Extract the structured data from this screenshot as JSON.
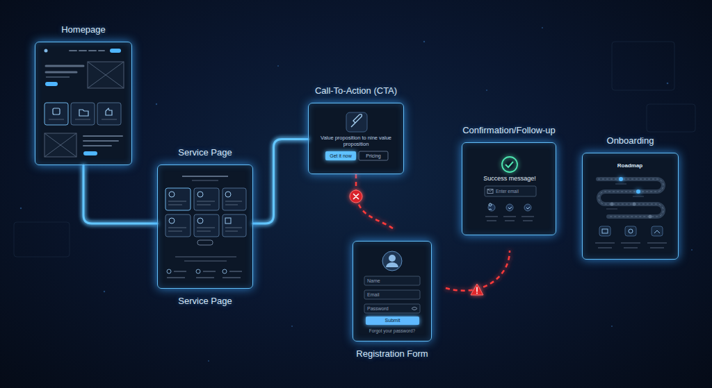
{
  "diagram": {
    "nodes": [
      {
        "text": [
          "Homepage"
        ]
      },
      {
        "text": [
          "Service Page",
          "Service Page"
        ]
      },
      {
        "text": [
          "Call-To-Action (CTA)"
        ]
      },
      {
        "text": [
          "Registration Form"
        ]
      },
      {
        "text": [
          "Confirmation/Follow-up"
        ]
      },
      {
        "text": [
          "Onboarding"
        ]
      }
    ],
    "edges": [
      {
        "from": 0,
        "to": 1,
        "arrow": "none"
      },
      {
        "from": 1,
        "to": 2,
        "arrow": "none"
      },
      {
        "from": 2,
        "to": 3,
        "arrow": "none"
      },
      {
        "from": 3,
        "to": 4,
        "arrow": "none"
      },
      {
        "from": 4,
        "to": 5,
        "arrow": "none"
      }
    ],
    "labels": [
      "Value proposition to nine value proposition",
      "Get it now",
      "Pricing",
      "Name",
      "Email",
      "Password",
      "Submit",
      "Forgot your password?",
      "Success message!",
      "Enter email",
      "Roadmap"
    ]
  }
}
